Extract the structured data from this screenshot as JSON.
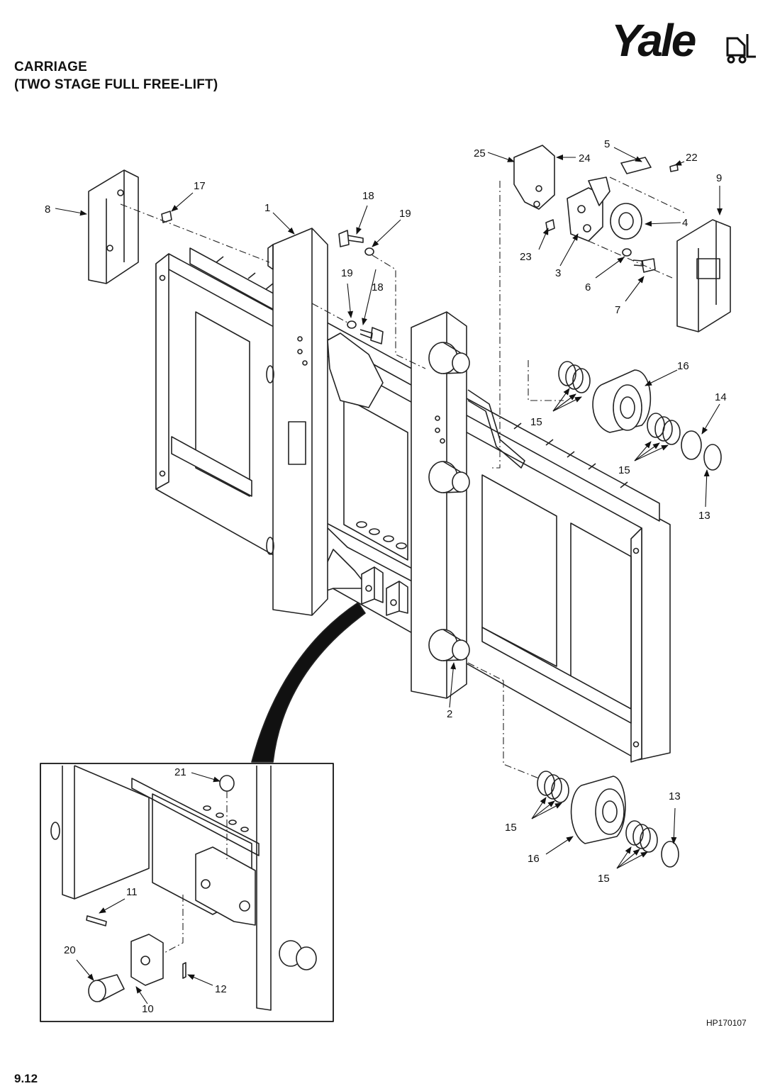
{
  "header": {
    "title_line1": "CARRIAGE",
    "title_line2": "(TWO STAGE FULL FREE-LIFT)",
    "brand": "Yale"
  },
  "footer": {
    "ref_code": "HP170107",
    "page_number": "9.12"
  },
  "callouts": [
    {
      "id": "c1",
      "text": "1"
    },
    {
      "id": "c2",
      "text": "2"
    },
    {
      "id": "c3",
      "text": "3"
    },
    {
      "id": "c4",
      "text": "4"
    },
    {
      "id": "c5",
      "text": "5"
    },
    {
      "id": "c6",
      "text": "6"
    },
    {
      "id": "c7",
      "text": "7"
    },
    {
      "id": "c8",
      "text": "8"
    },
    {
      "id": "c9",
      "text": "9"
    },
    {
      "id": "c10",
      "text": "10"
    },
    {
      "id": "c11",
      "text": "11"
    },
    {
      "id": "c12",
      "text": "12"
    },
    {
      "id": "c13a",
      "text": "13"
    },
    {
      "id": "c13b",
      "text": "13"
    },
    {
      "id": "c14",
      "text": "14"
    },
    {
      "id": "c15a",
      "text": "15"
    },
    {
      "id": "c15b",
      "text": "15"
    },
    {
      "id": "c15c",
      "text": "15"
    },
    {
      "id": "c15d",
      "text": "15"
    },
    {
      "id": "c16a",
      "text": "16"
    },
    {
      "id": "c16b",
      "text": "16"
    },
    {
      "id": "c17",
      "text": "17"
    },
    {
      "id": "c18a",
      "text": "18"
    },
    {
      "id": "c18b",
      "text": "18"
    },
    {
      "id": "c19a",
      "text": "19"
    },
    {
      "id": "c19b",
      "text": "19"
    },
    {
      "id": "c20",
      "text": "20"
    },
    {
      "id": "c21",
      "text": "21"
    },
    {
      "id": "c22",
      "text": "22"
    },
    {
      "id": "c23",
      "text": "23"
    },
    {
      "id": "c24",
      "text": "24"
    },
    {
      "id": "c25",
      "text": "25"
    }
  ]
}
